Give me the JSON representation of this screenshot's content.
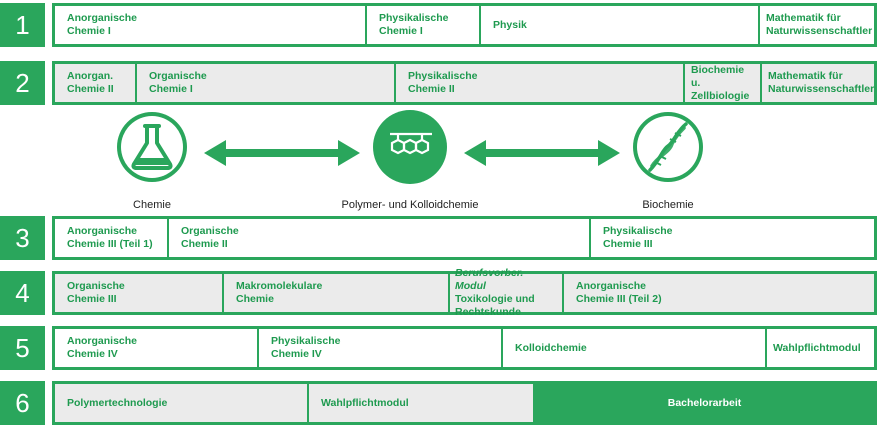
{
  "rows": [
    {
      "num": "1",
      "cells": [
        {
          "l1": "Anorganische",
          "l2": "Chemie I"
        },
        {
          "l1": "Physikalische",
          "l2": "Chemie I"
        },
        {
          "l1": "Physik",
          "l2": ""
        },
        {
          "l1": "Mathematik für",
          "l2": "Naturwissenschaftler"
        }
      ]
    },
    {
      "num": "2",
      "cells": [
        {
          "l1": "Anorgan.",
          "l2": "Chemie II"
        },
        {
          "l1": "Organische",
          "l2": "Chemie I"
        },
        {
          "l1": "Physikalische",
          "l2": "Chemie II"
        },
        {
          "l1": "Biochemie u.",
          "l2": "Zellbiologie"
        },
        {
          "l1": "Mathematik für",
          "l2": "Naturwissenschaftler"
        }
      ]
    },
    {
      "num": "3",
      "cells": [
        {
          "l1": "Anorganische",
          "l2": "Chemie III (Teil 1)"
        },
        {
          "l1": "Organische",
          "l2": "Chemie II"
        },
        {
          "l1": "Physikalische",
          "l2": "Chemie III"
        }
      ]
    },
    {
      "num": "4",
      "cells": [
        {
          "l1": "Organische",
          "l2": "Chemie III"
        },
        {
          "l1": "Makromolekulare",
          "l2": "Chemie"
        },
        {
          "l0": "Berufsvorber. Modul",
          "l1": "Toxikologie und",
          "l2": "Rechtskunde"
        },
        {
          "l1": "Anorganische",
          "l2": "Chemie III (Teil 2)"
        }
      ]
    },
    {
      "num": "5",
      "cells": [
        {
          "l1": "Anorganische",
          "l2": "Chemie IV"
        },
        {
          "l1": "Physikalische",
          "l2": "Chemie IV"
        },
        {
          "l1": "Kolloidchemie",
          "l2": ""
        },
        {
          "l1": "Wahlpflichtmodul",
          "l2": ""
        }
      ]
    },
    {
      "num": "6",
      "cells": [
        {
          "l1": "Polymertechnologie",
          "l2": ""
        },
        {
          "l1": "Wahlpflichtmodul",
          "l2": ""
        },
        {
          "l1": "Bachelorarbeit",
          "l2": ""
        }
      ]
    }
  ],
  "disciplines": {
    "left": "Chemie",
    "center": "Polymer- und Kolloidchemie",
    "right": "Biochemie"
  },
  "icons": {
    "left": "flask-icon",
    "center": "polymer-chain-icon",
    "right": "dna-icon"
  },
  "colors": {
    "accent": "#2aa65c",
    "grey_cell": "#ebebeb",
    "text_green": "#1e9a4f"
  }
}
